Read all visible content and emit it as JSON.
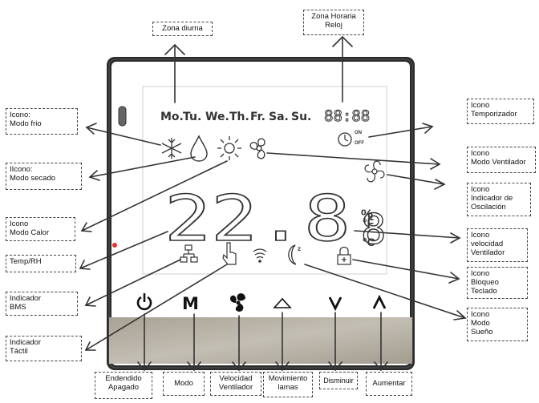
{
  "display": {
    "days": [
      "Mo.",
      "Tu.",
      "We.",
      "Th.",
      "Fr.",
      "Sa.",
      "Su."
    ],
    "clock": "88:88",
    "timer_on": "ON",
    "timer_off": "OFF",
    "main_digits": "22.8",
    "unit_percent": "%",
    "unit_f": "°F",
    "unit_c": "°C",
    "fan_speed_digit": "8"
  },
  "buttons": {
    "power": "⏻",
    "mode": "M",
    "fan": "fan-icon",
    "swing": "△",
    "down": "V",
    "up": "Λ"
  },
  "labels": {
    "zona_diurna": "Zona diurna",
    "zona_horaria": "Zona Horaria\nReloj",
    "modo_frio": "Icono:\nModo frio",
    "modo_secado": "IIcono:\nModo secado",
    "modo_calor": "Icono\nModo Calor",
    "temp_rh": "Temp/RH",
    "bms": "Indicador\nBMS",
    "tactil": "Indicador\nTáctil",
    "temporizador": "Icono\nTemporizador",
    "modo_ventilador": "Icono\nModo Ventilador",
    "oscilacion": "Icono\nIndicador de\nOscilación",
    "velocidad_ventilador": "Icono\nvelocidad\nVentilador",
    "bloqueo_teclado": "Icono\nBloqueo\nTeclado",
    "modo_sueno": "Icono\nModo\nSueño",
    "encendido": "Endendido\nApagado",
    "modo": "Modo",
    "velocidad": "Velocidad\nVentilador",
    "movimiento": "Movimiento\nlamas",
    "disminuir": "Disminuir",
    "aumentar": "Aumentar"
  },
  "colors": {
    "bezel": "#2b2b2b",
    "button_strip": "#b8b2a6",
    "accent_dot": "#e53030"
  }
}
